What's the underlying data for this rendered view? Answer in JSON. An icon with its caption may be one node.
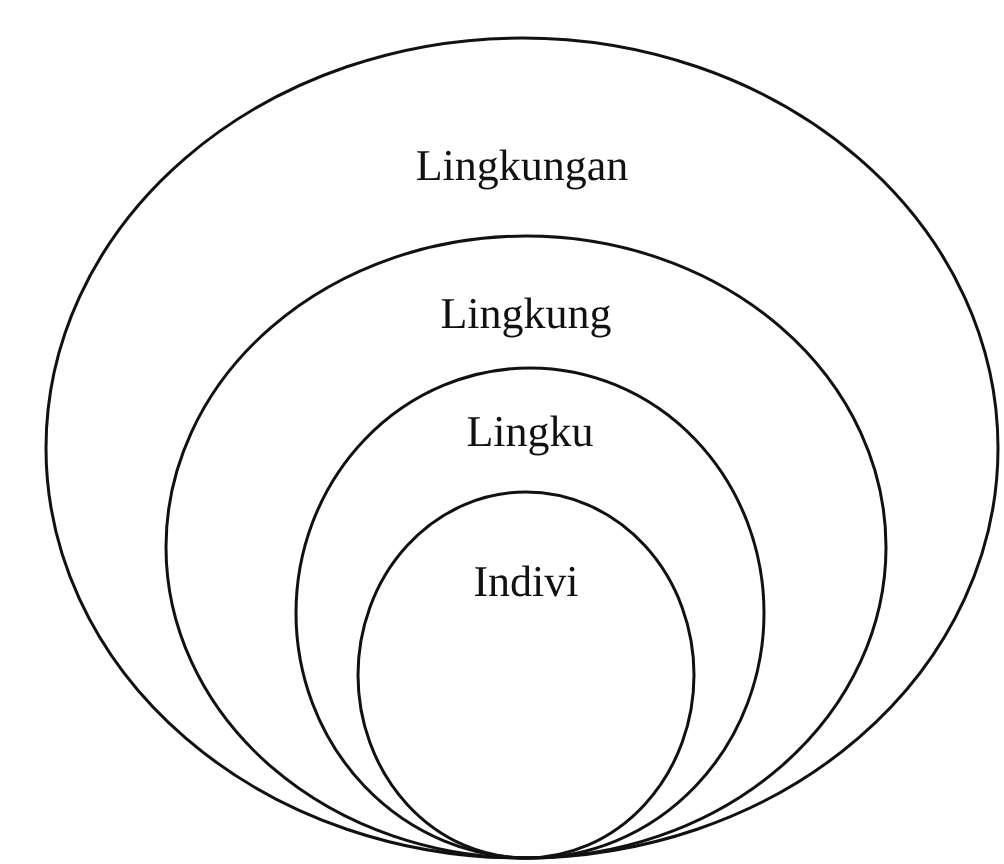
{
  "diagram": {
    "nodes": [
      {
        "text": [
          "Lingkungan"
        ]
      },
      {
        "text": [
          "Lingkung"
        ],
        "in": 0
      },
      {
        "text": [
          "Lingku"
        ],
        "in": 1
      },
      {
        "text": [
          "Indivi"
        ],
        "in": 2
      }
    ]
  }
}
